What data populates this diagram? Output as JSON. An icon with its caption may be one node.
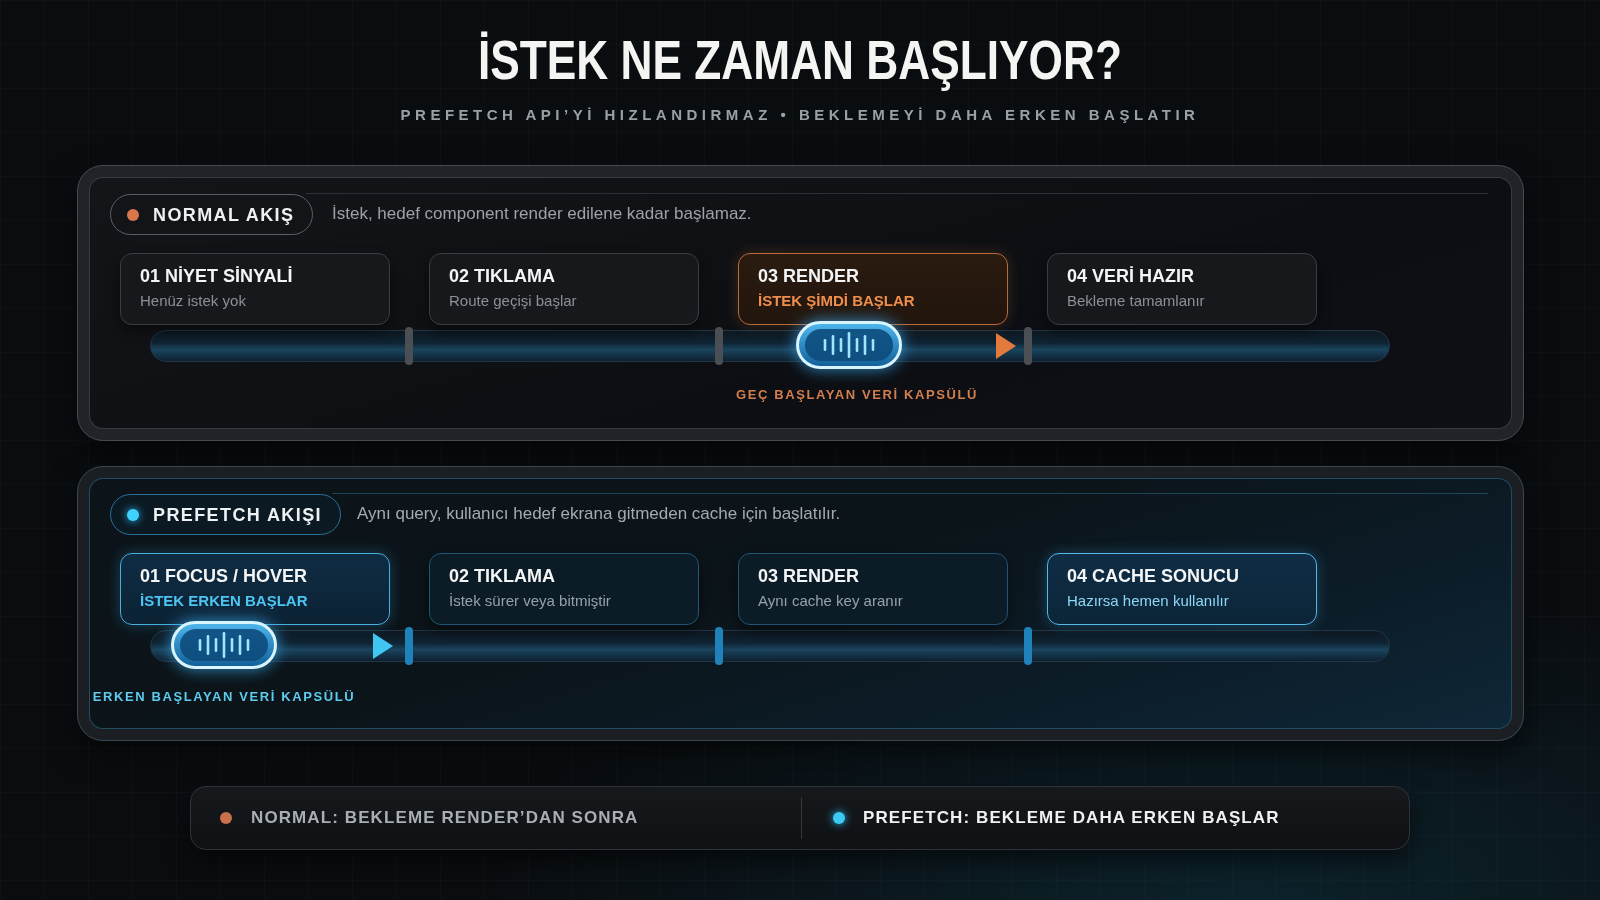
{
  "diagram": {
    "title": "İSTEK NE ZAMAN BAŞLIYOR?",
    "nodes": [
      {
        "text": [
          "İstek, hedef component render edilene kadar başlamaz."
        ]
      },
      {
        "text": [
          "NORMAL AKIŞ"
        ],
        "in": 0
      },
      {
        "text": [
          "01 NİYET SİNYALİ",
          "Henüz istek yok"
        ],
        "in": 0
      },
      {
        "text": [
          "02 TIKLAMA",
          "Route geçişi başlar"
        ],
        "in": 0
      },
      {
        "text": [
          "03 RENDER",
          "İSTEK ŞİMDİ BAŞLAR"
        ],
        "in": 0
      },
      {
        "text": [
          "04 VERİ HAZIR",
          "Bekleme tamamlanır"
        ],
        "in": 0
      },
      {
        "text": [],
        "shape": "capsule",
        "beside": [
          "GEÇ BAŞLAYAN VERİ KAPSÜLÜ"
        ],
        "in": 0
      },
      {
        "text": [
          "Aynı query, kullanıcı hedef ekrana gitmeden cache için başlatılır."
        ]
      },
      {
        "text": [
          "PREFETCH AKIŞI"
        ],
        "in": 7
      },
      {
        "text": [
          "01 FOCUS / HOVER",
          "İSTEK ERKEN BAŞLAR"
        ],
        "in": 7
      },
      {
        "text": [
          "02 TIKLAMA",
          "İstek sürer veya bitmiştir"
        ],
        "in": 7
      },
      {
        "text": [
          "03 RENDER",
          "Aynı cache key aranır"
        ],
        "in": 7
      },
      {
        "text": [
          "04 CACHE SONUCU",
          "Hazırsa hemen kullanılır"
        ],
        "in": 7
      },
      {
        "text": [],
        "shape": "capsule",
        "beside": [
          "ERKEN BAŞLAYAN VERİ KAPSÜLÜ"
        ],
        "in": 7
      }
    ],
    "labels": [
      "PREFETCH API’Yİ HIZLANDIRMAZ • BEKLEMEYİ DAHA ERKEN BAŞLATIR"
    ],
    "legend": [
      {
        "text": "NORMAL: BEKLEME RENDER’DAN SONRA",
        "color": "#c8714a"
      },
      {
        "text": "PREFETCH: BEKLEME DAHA ERKEN BAŞLAR",
        "color": "#3ccaf2"
      }
    ]
  }
}
